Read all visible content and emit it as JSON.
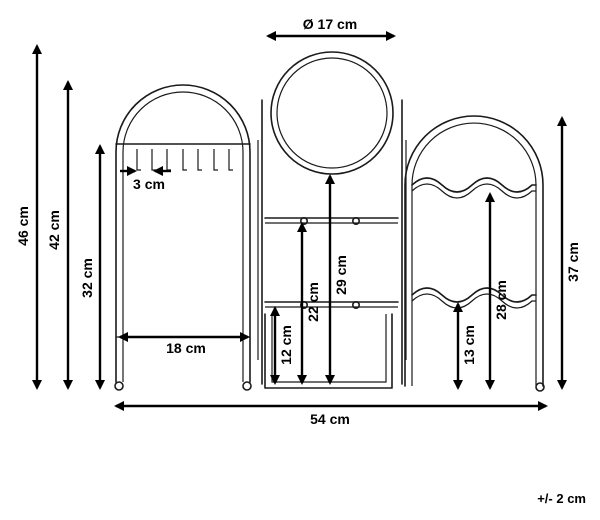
{
  "dimensions": {
    "mirror_diameter": "Ø 17 cm",
    "hook_spacing": "3 cm",
    "total_height": "46 cm",
    "left_frame_height": "42 cm",
    "left_inner_height": "32 cm",
    "left_bottom_width": "18 cm",
    "shelf_low_height": "12 cm",
    "shelf_high_height": "22 cm",
    "mirror_to_base": "29 cm",
    "wine_lower_height": "13 cm",
    "wine_upper_height": "28 cm",
    "right_frame_height": "37 cm",
    "total_width": "54 cm"
  },
  "tolerance": "+/- 2 cm"
}
